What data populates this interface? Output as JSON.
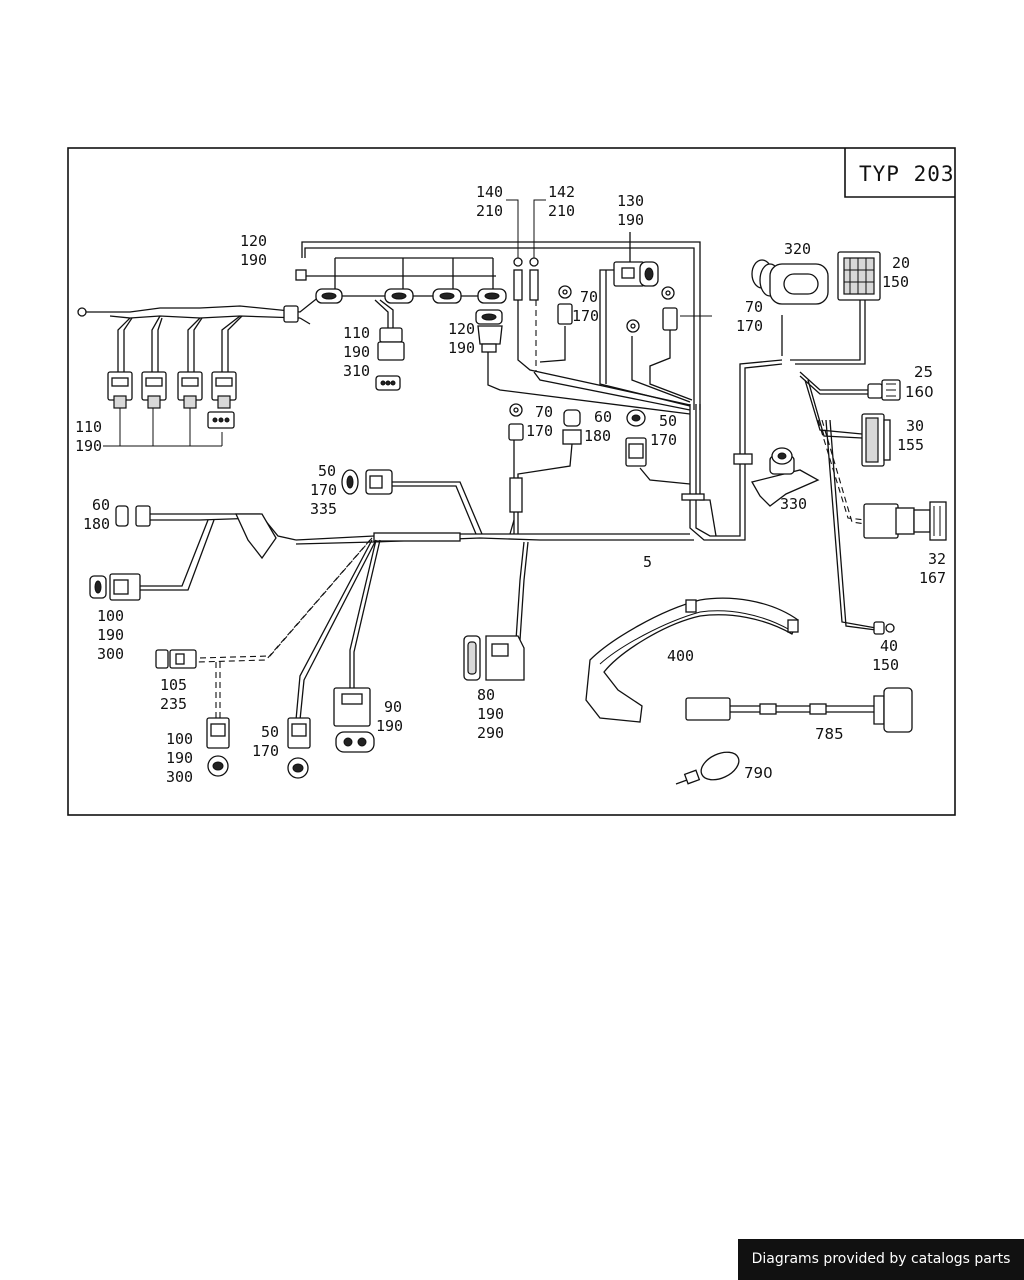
{
  "diagram": {
    "type_label": "TYP 203",
    "callouts": {
      "c120_190_top": [
        "120",
        "190"
      ],
      "c140_210": [
        "140",
        "210"
      ],
      "c142_210": [
        "142",
        "210"
      ],
      "c130_190": [
        "130",
        "190"
      ],
      "c320": [
        "320"
      ],
      "c20_150": [
        "20",
        "150"
      ],
      "c70_170_a": [
        "70",
        "170"
      ],
      "c70_170_right": [
        "70",
        "170"
      ],
      "c110_190_310": [
        "110",
        "190",
        "310"
      ],
      "c120_190_mid": [
        "120",
        "190"
      ],
      "c25_160": [
        "25",
        "160"
      ],
      "c110_190_left": [
        "110",
        "190"
      ],
      "c70_170_b": [
        "70",
        "170"
      ],
      "c60_180_mid": [
        "60",
        "180"
      ],
      "c50_170_mid": [
        "50",
        "170"
      ],
      "c30_155": [
        "30",
        "155"
      ],
      "c50_170_335": [
        "50",
        "170",
        "335"
      ],
      "c330": [
        "330"
      ],
      "c60_180_left": [
        "60",
        "180"
      ],
      "c32_167": [
        "32",
        "167"
      ],
      "c5": [
        "5"
      ],
      "c100_190_300_a": [
        "100",
        "190",
        "300"
      ],
      "c400": [
        "400"
      ],
      "c40_150": [
        "40",
        "150"
      ],
      "c105_235": [
        "105",
        "235"
      ],
      "c80_190_290": [
        "80",
        "190",
        "290"
      ],
      "c90_190": [
        "90",
        "190"
      ],
      "c785": [
        "785"
      ],
      "c50_170_bottom": [
        "50",
        "170"
      ],
      "c100_190_300_b": [
        "100",
        "190",
        "300"
      ],
      "c790": [
        "790"
      ]
    }
  },
  "footer": {
    "text": "Diagrams provided by catalogs parts"
  }
}
